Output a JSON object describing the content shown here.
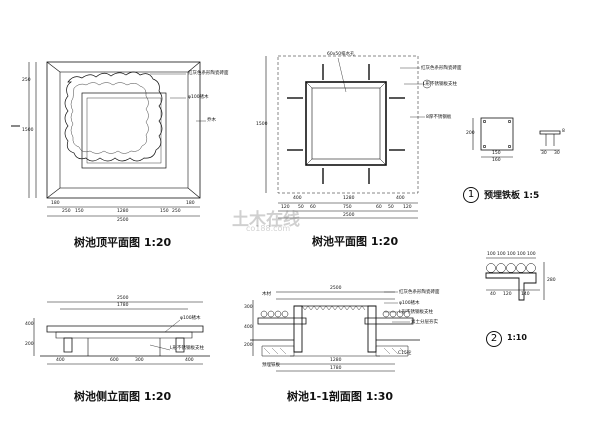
{
  "plan_top": {
    "title": "树池顶平面图 1:20",
    "note_paving": "红灰色条形陶瓷砖面",
    "note_bar": "φ100楮木",
    "note_tree": "乔木",
    "dims_bottom": [
      "180",
      "250",
      "150",
      "1280",
      "150",
      "250",
      "180"
    ],
    "dims_total": "2500",
    "dims_left": [
      "250",
      "1500"
    ]
  },
  "plan": {
    "title": "树池平面图 1:20",
    "note_drain": "60x50排水孔",
    "note_paving": "红灰色条形陶瓷砖面",
    "note_steel": "L形不锈钢板支柱",
    "note_plate": "8厚不锈钢板",
    "dims_bottom_a": [
      "400",
      "1280",
      "400"
    ],
    "dims_bottom_b": [
      "120",
      "50",
      "60",
      "750",
      "60",
      "50",
      "120"
    ],
    "dims_total": "2500",
    "dims_left": "1500"
  },
  "embed": {
    "title": "预埋铁板 1:5",
    "circle": "1",
    "dims": [
      "150",
      "200",
      "160",
      "30",
      "30",
      "8"
    ]
  },
  "side": {
    "title": "树池侧立面图 1:20",
    "note_bar": "φ100楮木",
    "note_steel": "L形不锈钢板支柱",
    "dims_top": [
      "2500",
      "1780"
    ],
    "dims_bottom": [
      "400",
      "600",
      "300",
      "400"
    ],
    "dims_left": [
      "400",
      "200"
    ]
  },
  "section": {
    "title": "树池1-1剖面图 1:30",
    "note_wood": "木材",
    "note_paving": "红灰色条形陶瓷砖面",
    "note_bar": "φ100楮木",
    "note_steel": "L形不锈钢板支柱",
    "note_soil": "素土分层夯实",
    "note_embed": "预埋铁板",
    "note_concrete": "C15砼",
    "dims_bottom": [
      "1280",
      "1780",
      "2500"
    ],
    "dims_left": [
      "300",
      "400",
      "200"
    ]
  },
  "detail2": {
    "circle": "2",
    "scale": "1:10",
    "dims_top": [
      "100",
      "100",
      "100",
      "100",
      "100"
    ],
    "dims_bottom": [
      "40",
      "120",
      "140"
    ],
    "dims_right": "280"
  },
  "watermark": {
    "text": "土木在线",
    "sub": "co188.com"
  }
}
